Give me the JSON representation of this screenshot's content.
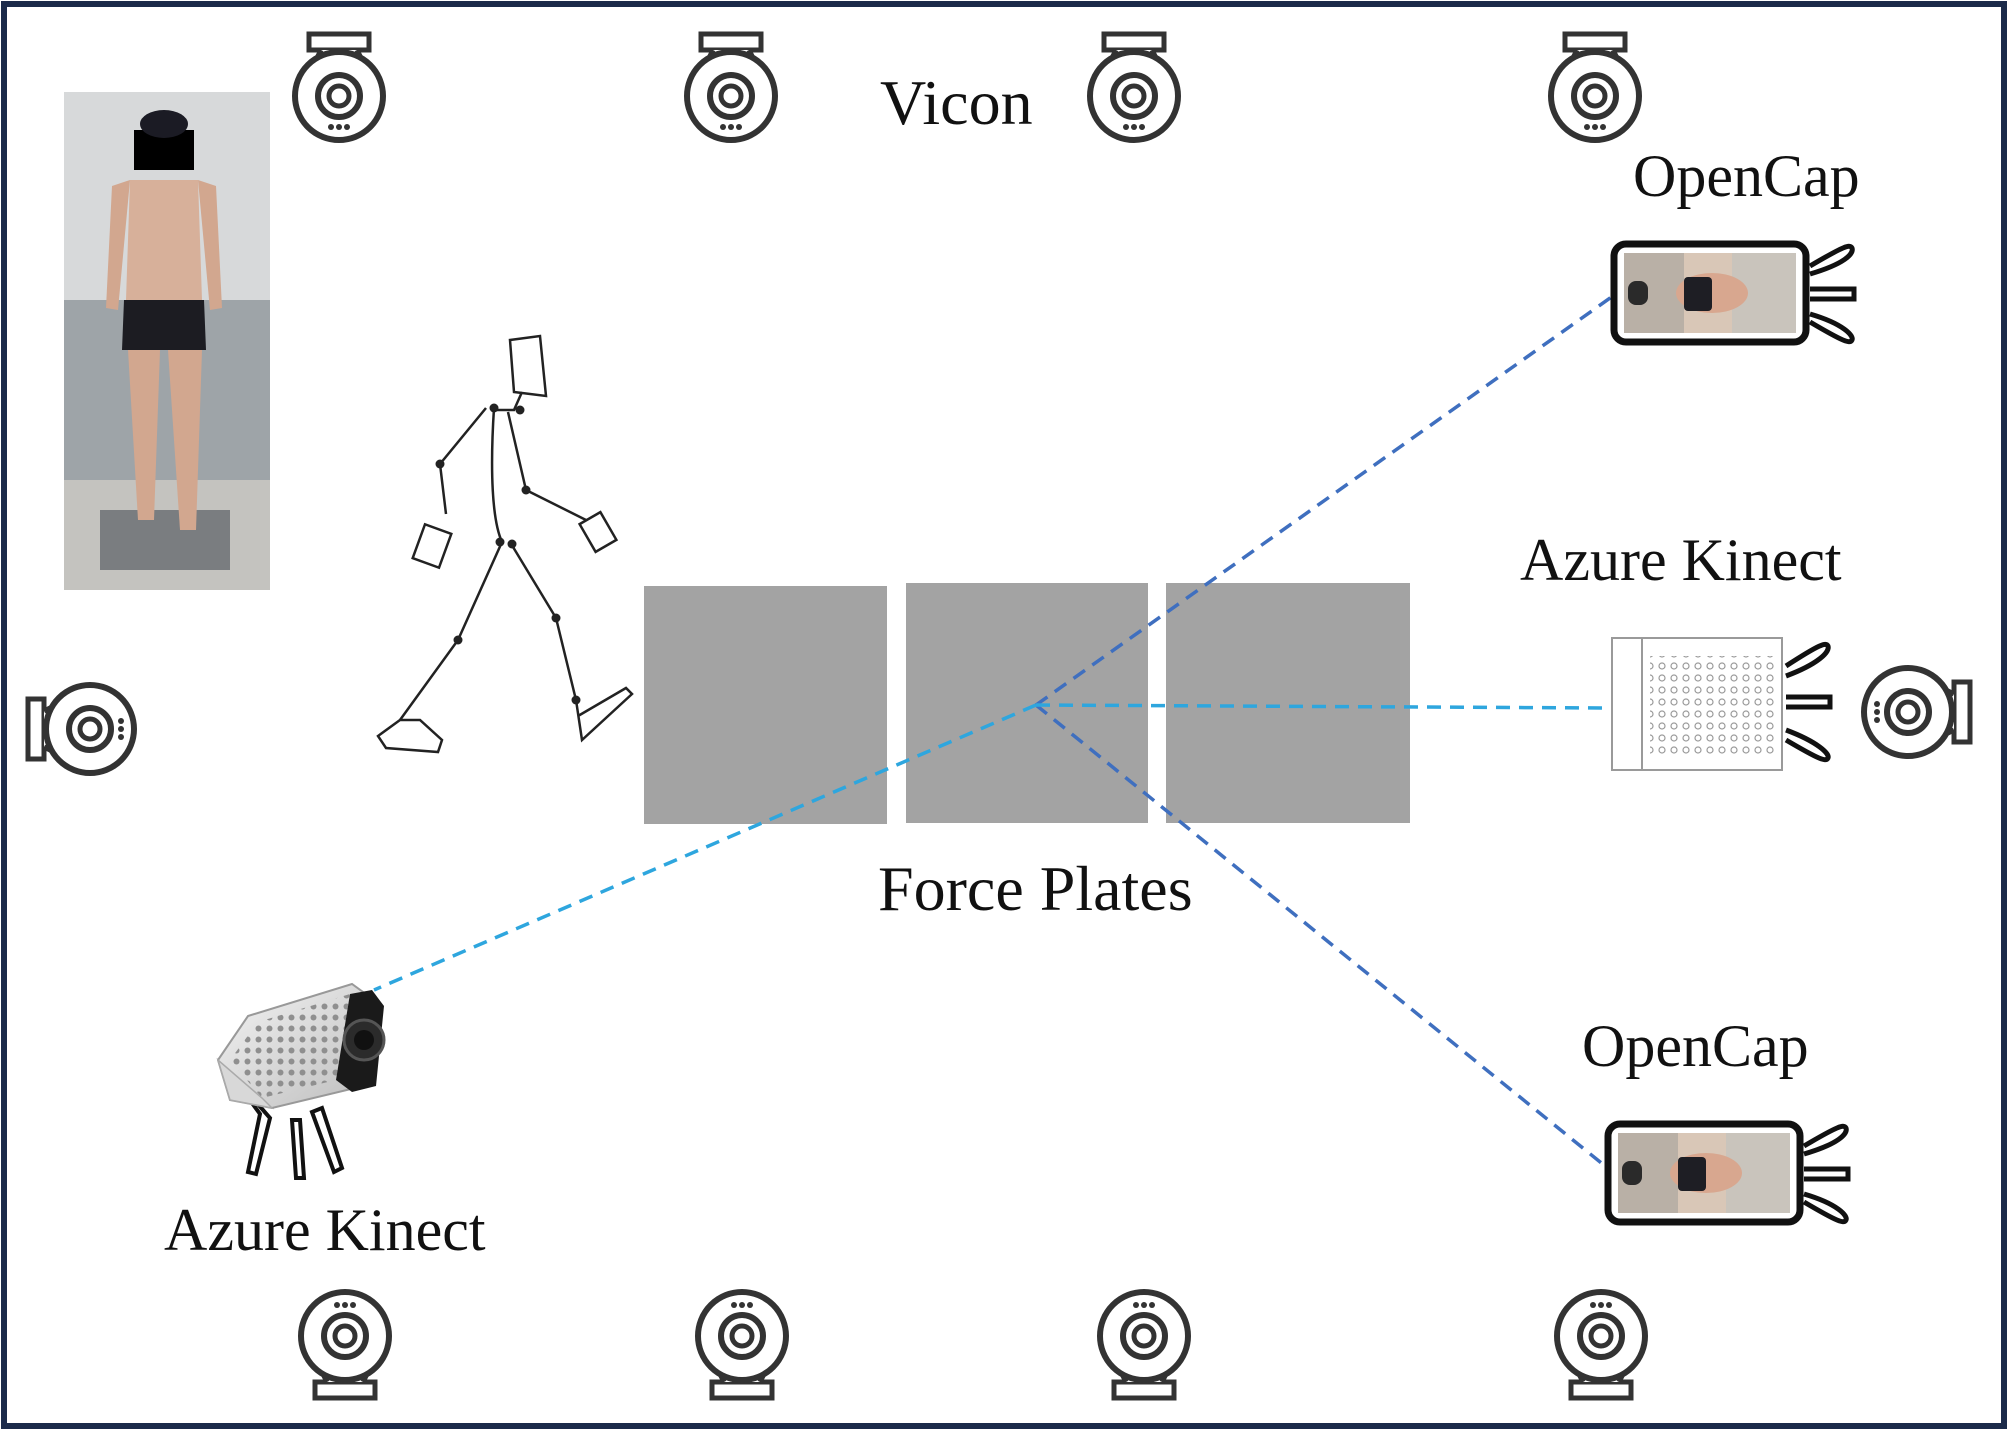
{
  "labels": {
    "vicon": "Vicon",
    "opencap_top": "OpenCap",
    "opencap_bottom": "OpenCap",
    "azure_right": "Azure Kinect",
    "azure_left": "Azure Kinect",
    "force_plates": "Force Plates"
  },
  "colors": {
    "border": "#1b2a4a",
    "plate": "#a3a3a3",
    "line_opencap": "#3f6fbf",
    "line_azure": "#2ea6de",
    "camera_stroke": "#333333"
  },
  "icons": {
    "vicon_camera": "vicon-camera-icon",
    "phone": "smartphone-tripod-icon",
    "kinect": "azure-kinect-icon",
    "skeleton": "walking-skeleton-icon",
    "photo": "subject-photo"
  }
}
